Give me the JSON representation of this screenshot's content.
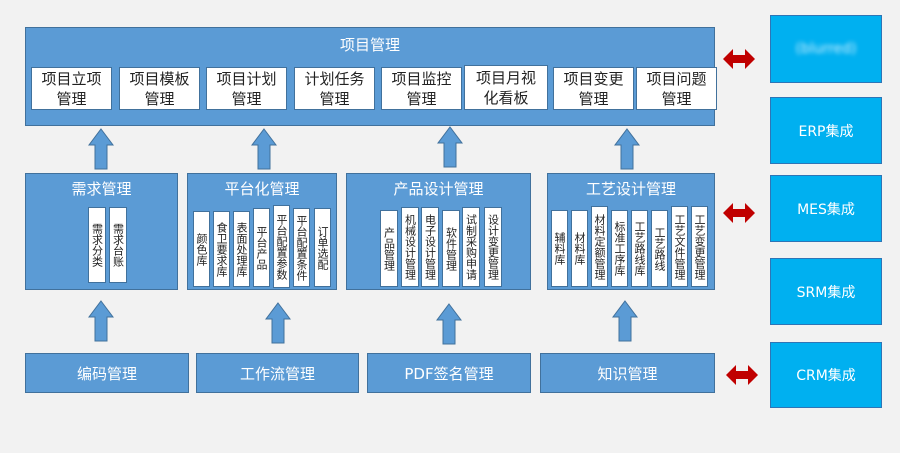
{
  "top": {
    "title": "项目管理",
    "items": [
      "项目立项管理",
      "项目模板管理",
      "项目计划管理",
      "计划任务管理",
      "项目监控管理",
      "项目月视化看板",
      "项目变更管理",
      "项目问题管理"
    ]
  },
  "middle": [
    {
      "title": "需求管理",
      "items": [
        "需求分类",
        "需求台账"
      ]
    },
    {
      "title": "平台化管理",
      "items": [
        "颜色库",
        "食卫要求库",
        "表面处理库",
        "平台产品",
        "平台配置参数",
        "平台配置条件",
        "订单选配"
      ]
    },
    {
      "title": "产品设计管理",
      "items": [
        "产品管理",
        "机械设计管理",
        "电子设计管理",
        "软件管理",
        "试制采购申请",
        "设计变更管理"
      ]
    },
    {
      "title": "工艺设计管理",
      "items": [
        "辅料库",
        "材料库",
        "材料定额管理",
        "标准工序库",
        "工艺路线库",
        "工艺路线",
        "工艺文件管理",
        "工艺变更管理"
      ]
    }
  ],
  "bottom": [
    "编码管理",
    "工作流管理",
    "PDF签名管理",
    "知识管理"
  ],
  "integrations": [
    "(blurred)",
    "ERP集成",
    "MES集成",
    "SRM集成",
    "CRM集成"
  ],
  "colors": {
    "block": "#5b9bd5",
    "border": "#41719c",
    "integration": "#00b0f0",
    "double_arrow": "#c00000",
    "background": "#f2f2f2"
  }
}
